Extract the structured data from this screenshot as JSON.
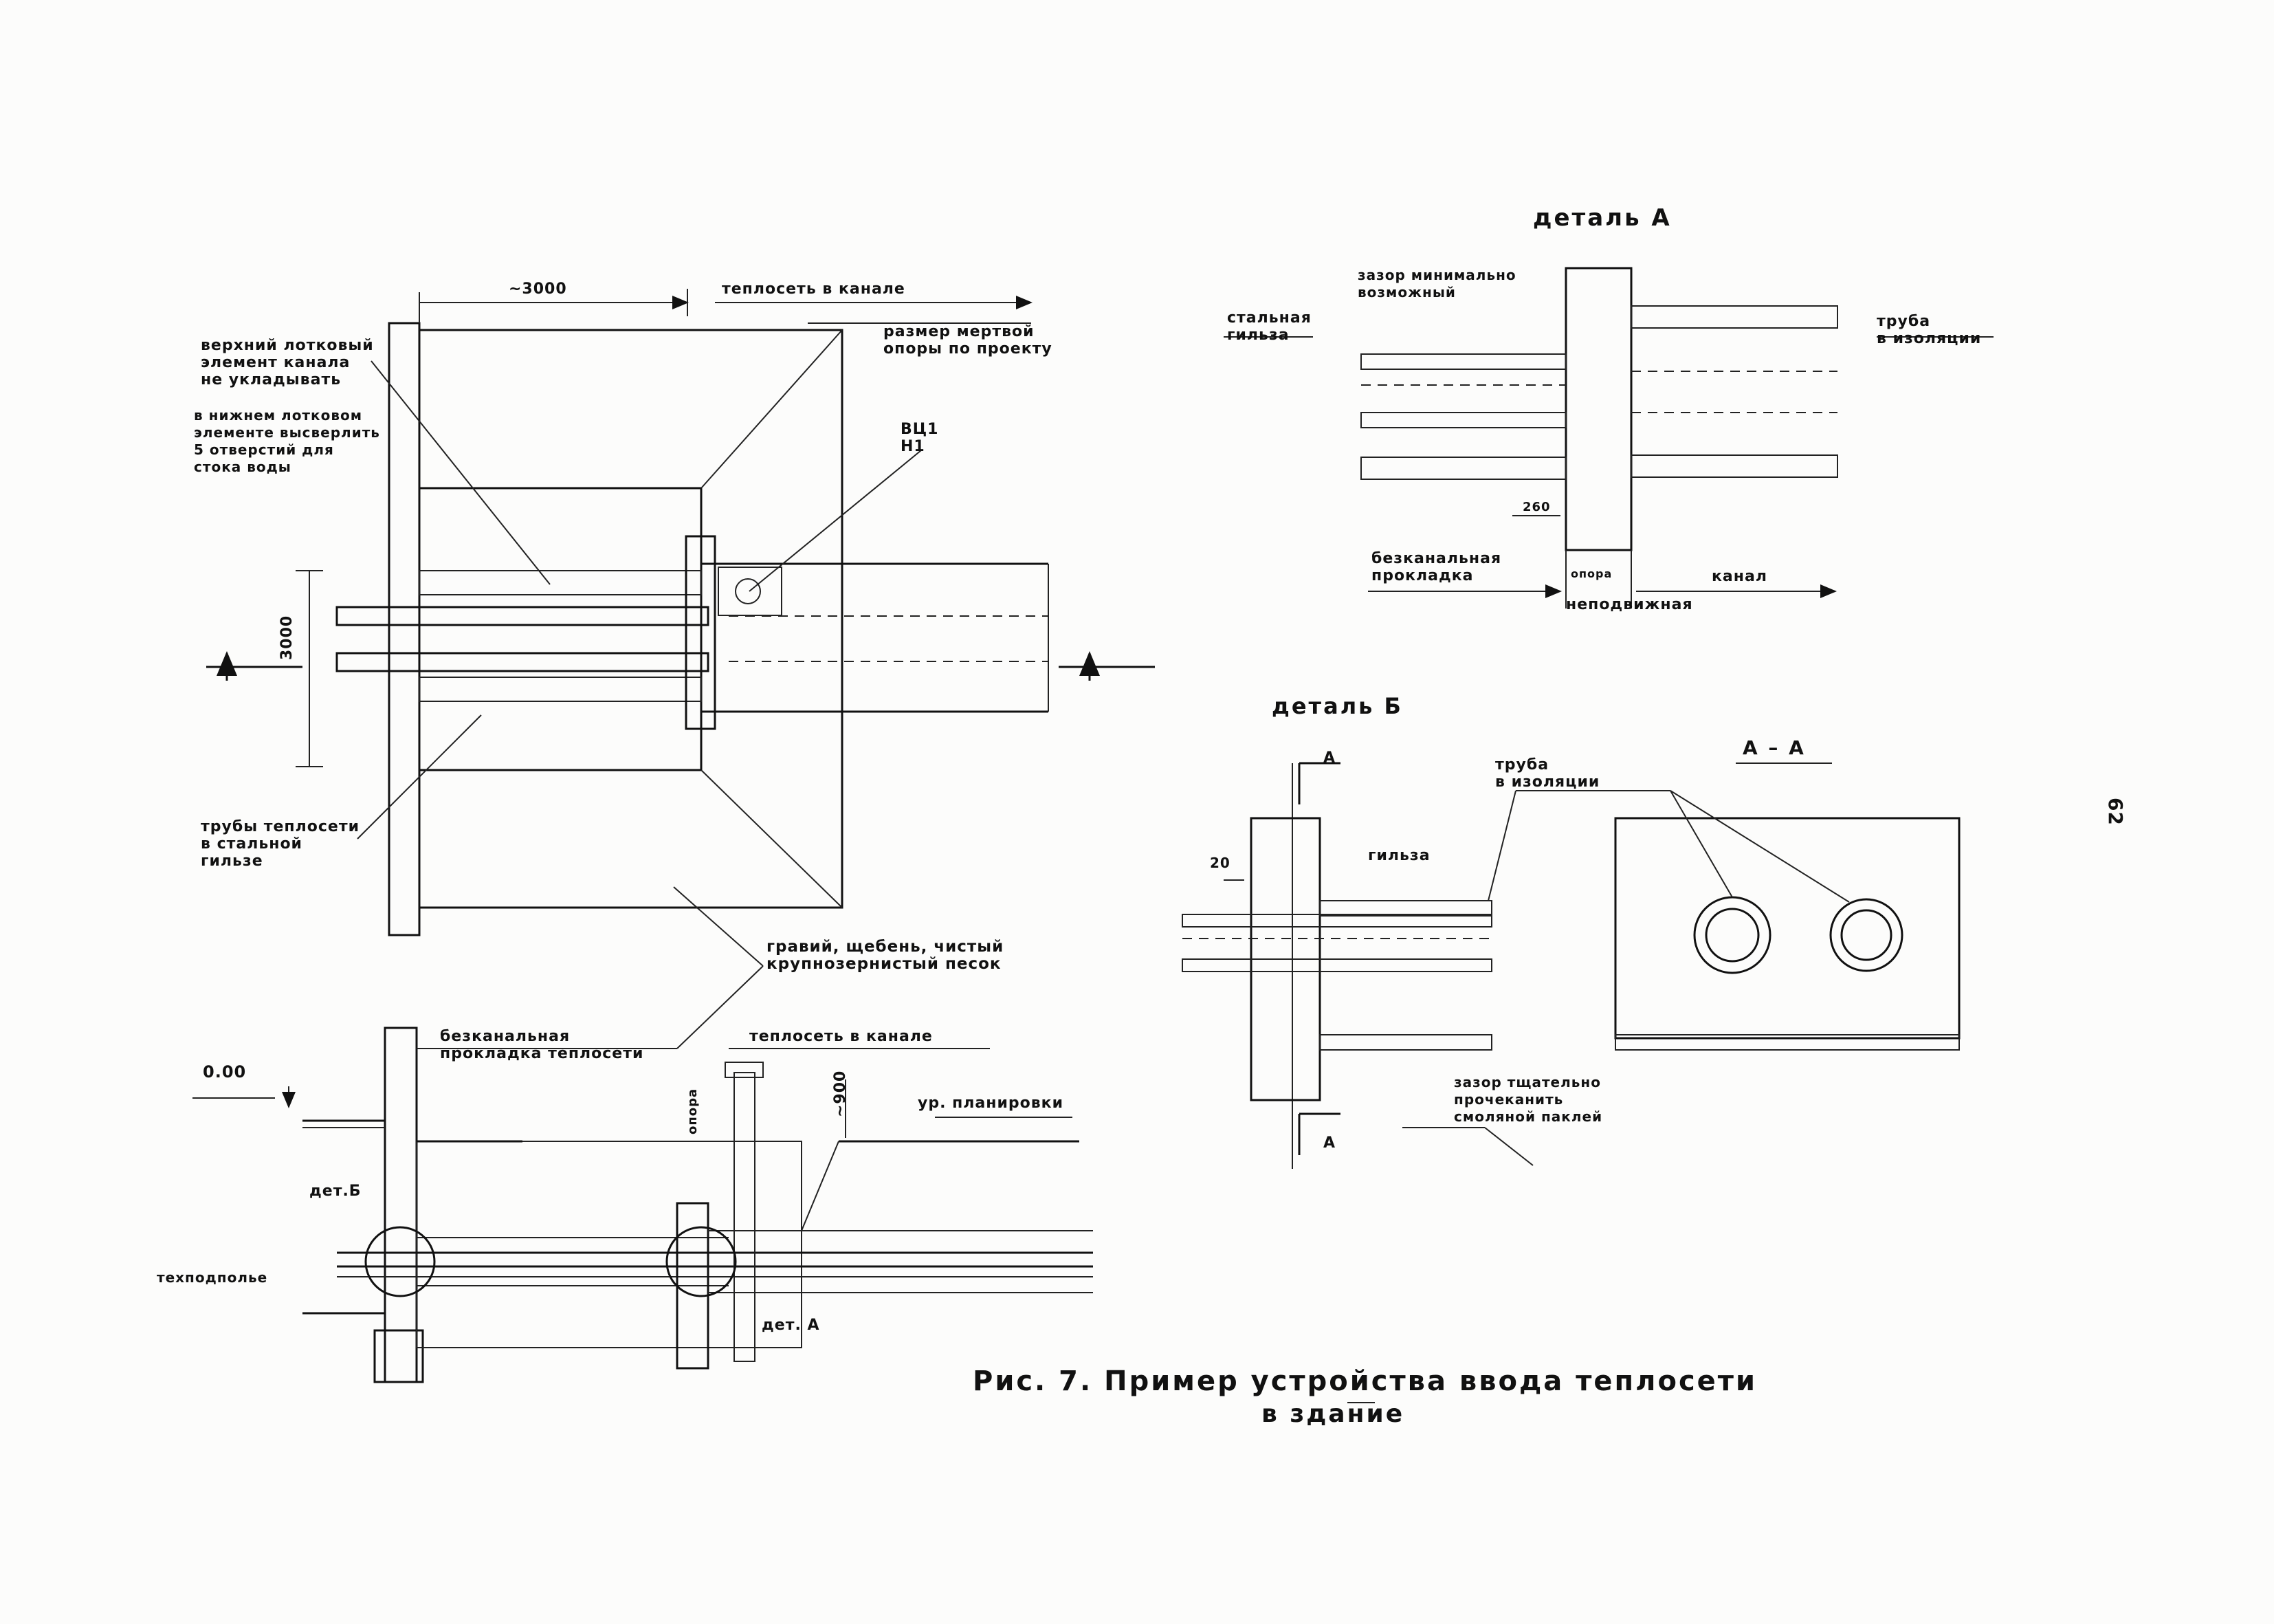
{
  "figure": {
    "caption_line1": "Рис. 7. Пример устройства ввода теплосети",
    "caption_line2": "в здание",
    "page_number": "62"
  },
  "plan": {
    "dim_top": "~3000",
    "dim_side": "3000",
    "label_network_channel": "теплосеть в канале",
    "label_support_size": "размер мертвой\nопоры по проекту",
    "label_top_element": "верхний лотковый\nэлемент канала\nне укладывать",
    "label_holes": "в нижнем лотковом\nэлементе высверлить\n5 отверстий для\nстока воды",
    "label_vu1": "ВЦ1\nН1",
    "label_pipes": "трубы теплосети\nв стальной\nгильзе",
    "label_gravel": "гравий, щебень, чистый\nкрупнозернистый песок"
  },
  "section": {
    "label_ductless": "безканальная\nпрокладка теплосети",
    "label_channel": "теплосеть в канале",
    "label_000": "0.00",
    "label_900": "~900",
    "label_support": "опора",
    "label_grade": "ур. планировки",
    "label_det_b": "дет.Б",
    "label_det_a": "дет. А",
    "label_basement": "техподполье"
  },
  "detail_a": {
    "title": "деталь А",
    "label_gap": "зазор минимально\nвозможный",
    "label_sleeve": "стальная\nгильза",
    "label_pipe": "труба\nв изоляции",
    "dim_260": "260",
    "label_ductless": "безканальная\nпрокладка",
    "label_support": "опора",
    "label_fixed": "неподвижная",
    "label_channel": "канал"
  },
  "detail_b": {
    "title": "деталь Б",
    "section_mark": "А",
    "section_title": "А – А",
    "label_pipe": "труба\nв изоляции",
    "label_sleeve": "гильза",
    "dim_20": "20",
    "label_gap": "зазор тщательно\nпрочеканить\nсмоляной паклей"
  }
}
